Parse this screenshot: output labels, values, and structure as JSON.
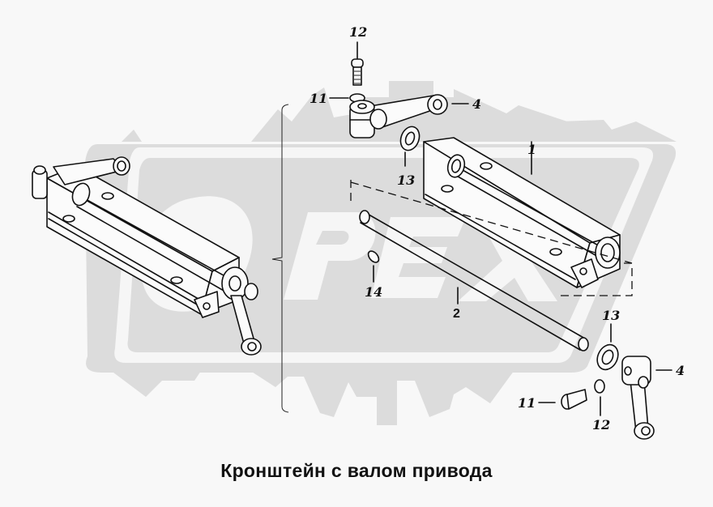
{
  "diagram": {
    "title": "Кронштейн с валом привода",
    "watermark": {
      "text": "OPEX",
      "color": "#dcdcdc"
    },
    "callouts": [
      {
        "id": "label-12-top",
        "text": "12"
      },
      {
        "id": "label-11-top",
        "text": "11"
      },
      {
        "id": "label-4-top",
        "text": "4"
      },
      {
        "id": "label-13-top",
        "text": "13"
      },
      {
        "id": "label-1",
        "text": "1"
      },
      {
        "id": "label-14",
        "text": "14"
      },
      {
        "id": "label-2",
        "text": "2"
      },
      {
        "id": "label-13-bottom",
        "text": "13"
      },
      {
        "id": "label-4-bottom",
        "text": "4"
      },
      {
        "id": "label-11-bottom",
        "text": "11"
      },
      {
        "id": "label-12-bottom",
        "text": "12"
      }
    ],
    "parts": [
      {
        "number": "1",
        "name": "bracket"
      },
      {
        "number": "2",
        "name": "drive-shaft"
      },
      {
        "number": "4",
        "name": "lever"
      },
      {
        "number": "11",
        "name": "bolt"
      },
      {
        "number": "12",
        "name": "washer"
      },
      {
        "number": "13",
        "name": "spacer-washer"
      },
      {
        "number": "14",
        "name": "key"
      }
    ]
  }
}
